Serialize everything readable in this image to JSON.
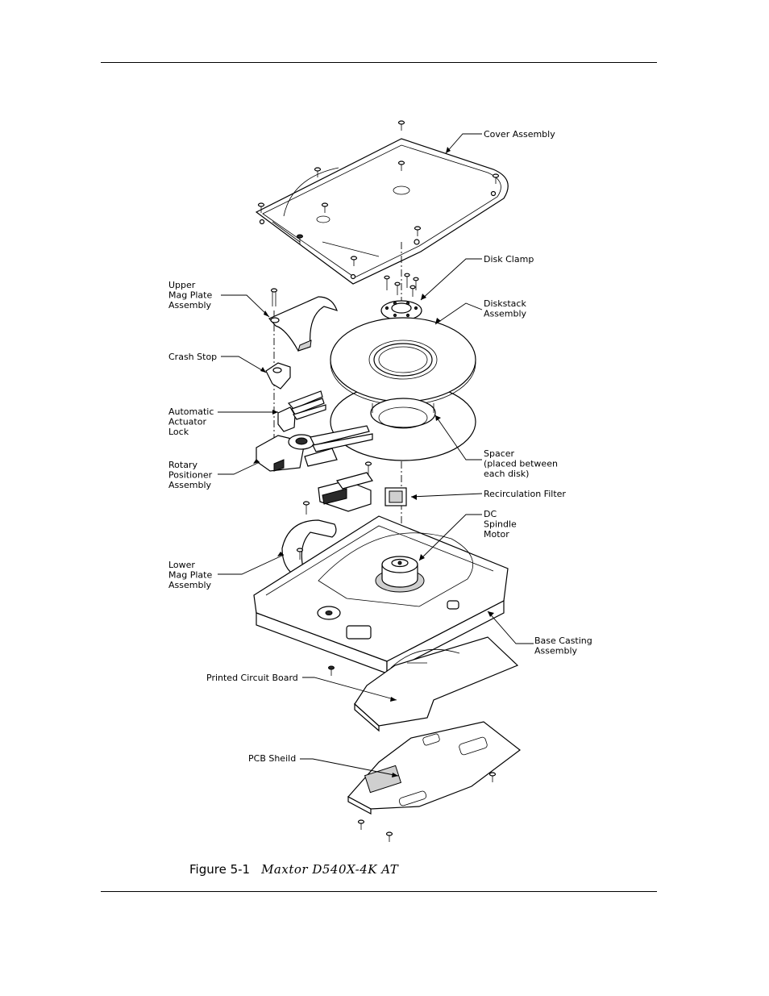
{
  "figure": {
    "label": "Figure 5-1",
    "title": "Maxtor D540X-4K AT"
  },
  "labels": {
    "cover_assembly": [
      "Cover Assembly"
    ],
    "disk_clamp": [
      "Disk Clamp"
    ],
    "upper_mag_plate": [
      "Upper",
      "Mag Plate",
      "Assembly"
    ],
    "diskstack_assembly": [
      "Diskstack",
      "Assembly"
    ],
    "crash_stop": [
      "Crash Stop"
    ],
    "automatic_actuator_lock": [
      "Automatic",
      "Actuator",
      "Lock"
    ],
    "spacer": [
      "Spacer",
      "(placed between",
      "each disk)"
    ],
    "rotary_positioner": [
      "Rotary",
      "Positioner",
      "Assembly"
    ],
    "recirculation_filter": [
      "Recirculation Filter"
    ],
    "dc_spindle_motor": [
      "DC",
      "Spindle",
      "Motor"
    ],
    "lower_mag_plate": [
      "Lower",
      "Mag Plate",
      "Assembly"
    ],
    "base_casting": [
      "Base Casting",
      "Assembly"
    ],
    "printed_circuit_board": [
      "Printed Circuit Board"
    ],
    "pcb_shield": [
      "PCB Sheild"
    ]
  }
}
